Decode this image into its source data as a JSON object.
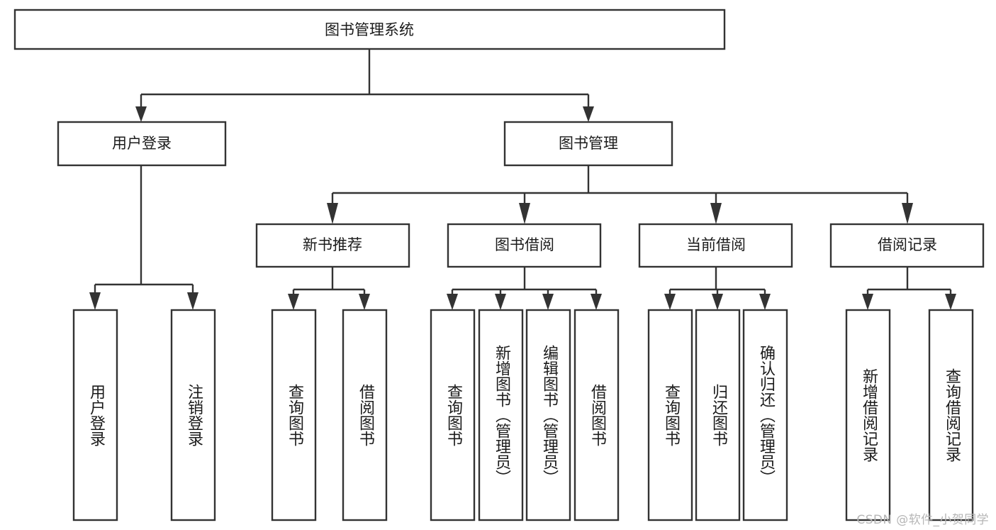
{
  "diagram": {
    "type": "tree",
    "title": "图书管理系统",
    "orientation": "top-down",
    "colors": {
      "box_fill": "#ffffff",
      "box_stroke": "#333333",
      "text": "#1b1b1b",
      "background": "#ffffff",
      "watermark": "#b6b6b6"
    },
    "root": {
      "label": "图书管理系统"
    },
    "level2": [
      {
        "label": "用户登录"
      },
      {
        "label": "图书管理"
      }
    ],
    "level3": [
      {
        "label": "新书推荐"
      },
      {
        "label": "图书借阅"
      },
      {
        "label": "当前借阅"
      },
      {
        "label": "借阅记录"
      }
    ],
    "leaves": {
      "user_login": [
        {
          "label": "用户登录"
        },
        {
          "label": "注销登录"
        }
      ],
      "new_book_recommend": [
        {
          "label": "查询图书"
        },
        {
          "label": "借阅图书"
        }
      ],
      "book_borrow": [
        {
          "label": "查询图书"
        },
        {
          "label": "新增图书（管理员）"
        },
        {
          "label": "编辑图书（管理员）"
        },
        {
          "label": "借阅图书"
        }
      ],
      "current_borrow": [
        {
          "label": "查询图书"
        },
        {
          "label": "归还图书"
        },
        {
          "label": "确认归还（管理员）"
        }
      ],
      "borrow_record": [
        {
          "label": "新增借阅记录"
        },
        {
          "label": "查询借阅记录"
        }
      ]
    }
  },
  "watermark": {
    "text": "CSDN @软件_小贺同学"
  }
}
